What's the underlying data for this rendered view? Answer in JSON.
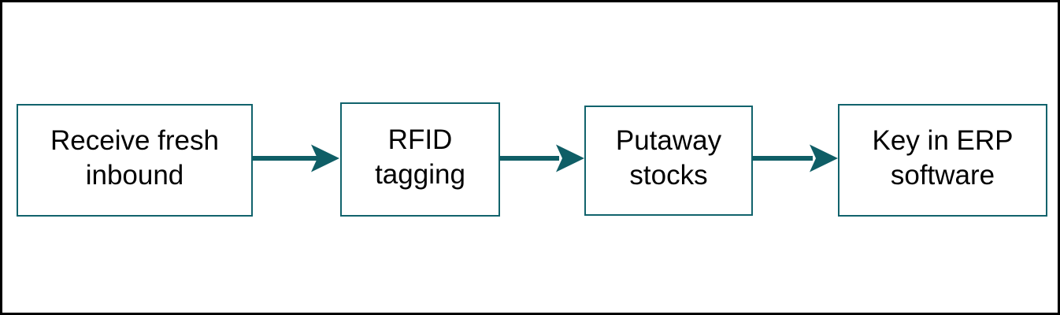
{
  "diagram": {
    "type": "flowchart",
    "direction": "left-to-right",
    "colors": {
      "box_border": "#11636C",
      "arrow": "#0F5E66",
      "text": "#000000",
      "background": "#FFFFFF",
      "outer_border": "#000000"
    },
    "steps": [
      {
        "label": "Receive fresh inbound",
        "line1": "Receive fresh",
        "line2": "inbound"
      },
      {
        "label": "RFID tagging",
        "line1": "RFID",
        "line2": "tagging"
      },
      {
        "label": "Putaway stocks",
        "line1": "Putaway",
        "line2": "stocks"
      },
      {
        "label": "Key in ERP software",
        "line1": "Key in ERP",
        "line2": "software"
      }
    ],
    "connections": [
      {
        "from": "Receive fresh inbound",
        "to": "RFID tagging"
      },
      {
        "from": "RFID tagging",
        "to": "Putaway stocks"
      },
      {
        "from": "Putaway stocks",
        "to": "Key in ERP software"
      }
    ]
  }
}
